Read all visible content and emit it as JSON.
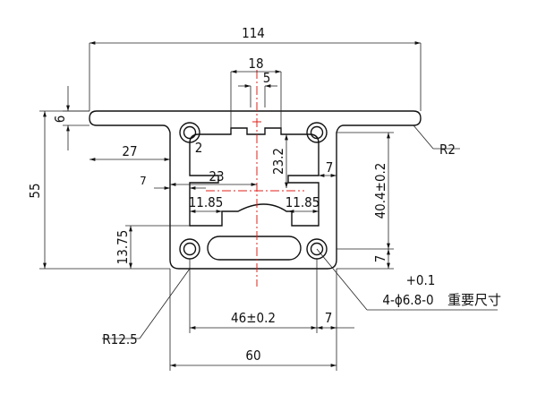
{
  "drawing": {
    "dimensions": {
      "overall_width": "114",
      "slot_width": "18",
      "slot_opening": "5",
      "flange_thickness": "6",
      "height": "55",
      "side_width": "27",
      "fillet_small": "2",
      "inner_offset": "23.2",
      "half_width": "23",
      "wall_7_top": "7",
      "hole_height": "40.4±0.2",
      "wall_7_left": "7",
      "left_inner": "11.85",
      "right_inner": "11.85",
      "bottom_offset": "13.75",
      "wall_7_bottom": "7",
      "hole_spacing": "46±0.2",
      "wall_7_lower": "7",
      "base_width": "60",
      "radius_large": "R12.5",
      "radius_small": "R2"
    },
    "hole_note": {
      "tolerance": "+0.1",
      "spec": "4-ϕ6.8-0",
      "label": "重要尺寸"
    }
  }
}
